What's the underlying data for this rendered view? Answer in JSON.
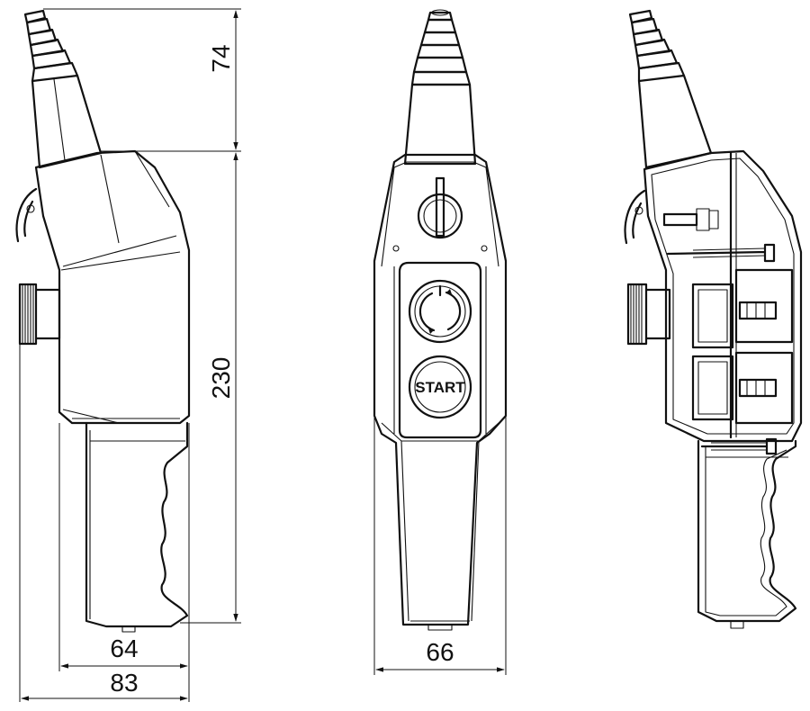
{
  "dimensions": {
    "cable_length": "74",
    "body_height": "230",
    "body_depth": "64",
    "total_depth": "83",
    "body_width": "66"
  },
  "buttons": {
    "start_label": "START"
  }
}
